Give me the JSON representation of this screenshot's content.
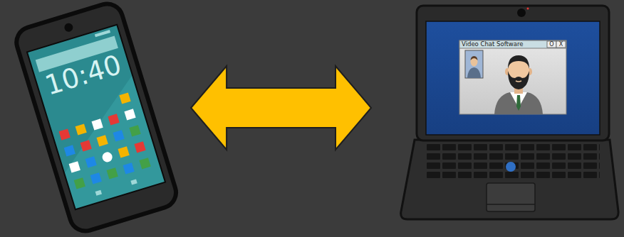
{
  "diagram": {
    "nodes": [
      {
        "text": [
          "10:40"
        ]
      },
      {
        "text": [
          "Video Chat Software"
        ]
      }
    ],
    "edges": [
      {
        "from": 0,
        "to": 1,
        "arrow": "both"
      }
    ],
    "labels": [
      "O",
      "X"
    ]
  }
}
